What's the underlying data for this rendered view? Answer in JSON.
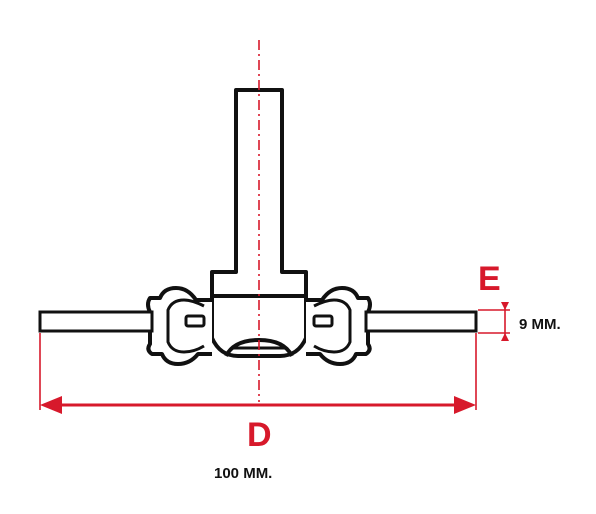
{
  "labels": {
    "diameter_letter": "D",
    "diameter_value": "100 MM.",
    "thickness_letter": "E",
    "thickness_value": "9 MM."
  },
  "colors": {
    "outline": "#111111",
    "dimension": "#d7192b",
    "background": "#ffffff"
  }
}
